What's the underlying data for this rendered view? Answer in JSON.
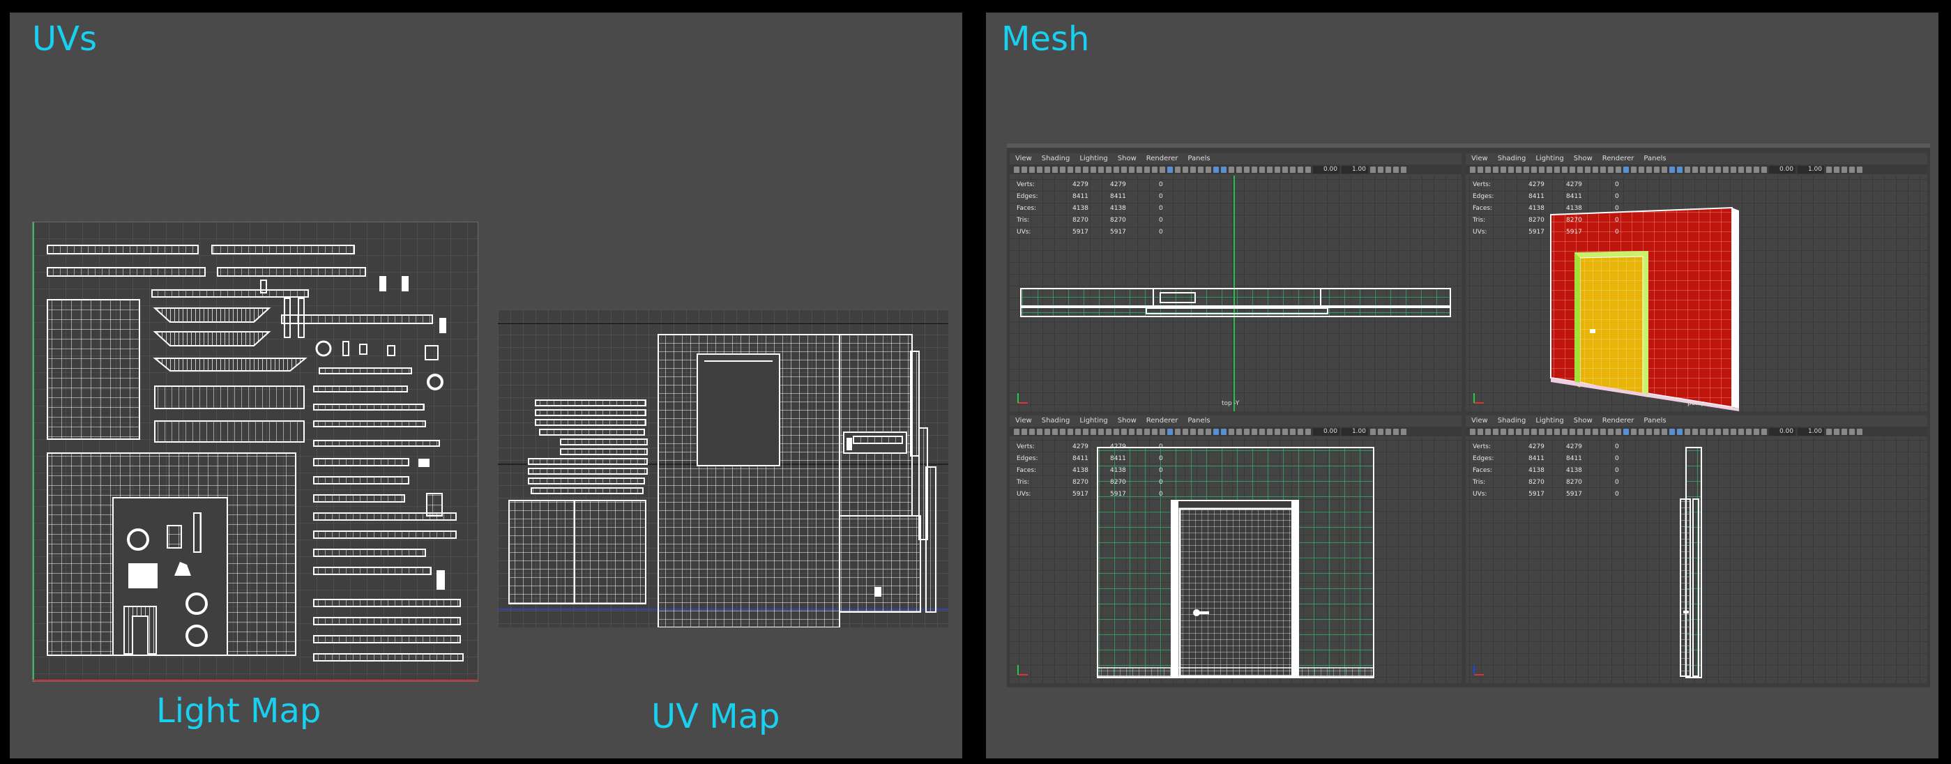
{
  "sections": {
    "uvs_title": "UVs",
    "mesh_title": "Mesh",
    "light_map_caption": "Light Map",
    "uv_map_caption": "UV Map"
  },
  "colors": {
    "accent_text": "#19d0f0",
    "panel_bg": "#4a4a4a",
    "outer_bg": "#000000",
    "wire": "#ffffff",
    "grid_green": "#2fb36a",
    "wall_red": "#c0150d",
    "door_yellow": "#e8b40a",
    "frame_lime": "#c9f26a"
  },
  "viewport": {
    "menu": [
      "View",
      "Shading",
      "Lighting",
      "Show",
      "Renderer",
      "Panels"
    ],
    "toolbar_values": [
      "0.00",
      "1.00"
    ],
    "hud_rows": [
      {
        "label": "Verts:",
        "a": "4279",
        "b": "4279",
        "c": "0"
      },
      {
        "label": "Edges:",
        "a": "8411",
        "b": "8411",
        "c": "0"
      },
      {
        "label": "Faces:",
        "a": "4138",
        "b": "4138",
        "c": "0"
      },
      {
        "label": "Tris:",
        "a": "8270",
        "b": "8270",
        "c": "0"
      },
      {
        "label": "UVs:",
        "a": "5917",
        "b": "5917",
        "c": "0"
      }
    ],
    "camera_labels": {
      "top": "top -Y",
      "persp": "persp"
    }
  }
}
